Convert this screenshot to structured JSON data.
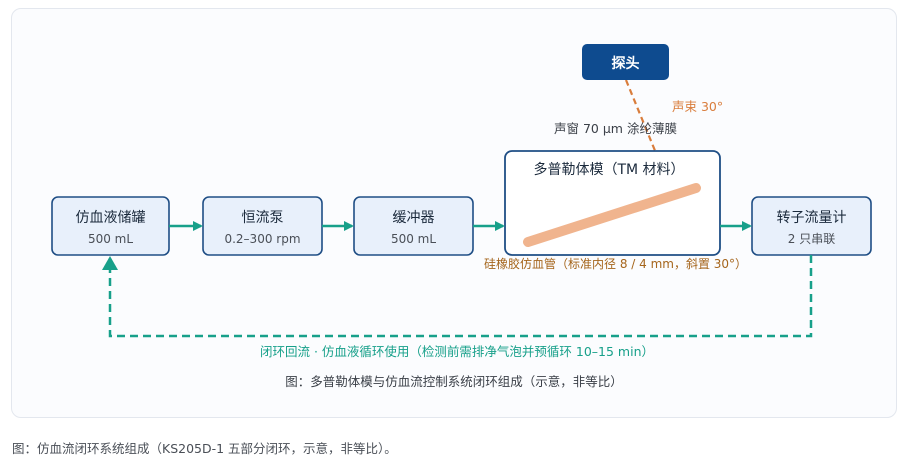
{
  "probe": {
    "label": "探头",
    "beam_label": "声束 30°"
  },
  "window_label": "声窗 70 µm 涂纶薄膜",
  "blocks": [
    {
      "title": "仿血液储罐",
      "sub": "500 mL"
    },
    {
      "title": "恒流泵",
      "sub": "0.2–300 rpm"
    },
    {
      "title": "缓冲器",
      "sub": "500 mL"
    },
    {
      "title": "转子流量计",
      "sub": "2 只串联"
    }
  ],
  "phantom": {
    "title": "多普勒体模（TM 材料）",
    "tube_label": "硅橡胶仿血管（标准内径 8 / 4 mm，斜置 30°）"
  },
  "loop_label": "闭环回流 · 仿血液循环使用（检测前需排净气泡并预循环 10–15 min）",
  "figure_caption": "图：多普勒体模与仿血流控制系统闭环组成（示意，非等比）",
  "outer_caption": "图：仿血流闭环系统组成（KS205D-1 五部分闭环，示意，非等比）。",
  "colors": {
    "block_fill": "#e8f0fb",
    "block_border": "#1f4e85",
    "arrow": "#17a08a",
    "probe": "#0e4b8f",
    "beam": "#d97d3c",
    "tube": "#f0b48e",
    "tube_label": "#a5651c",
    "loop_text": "#17a08a"
  }
}
